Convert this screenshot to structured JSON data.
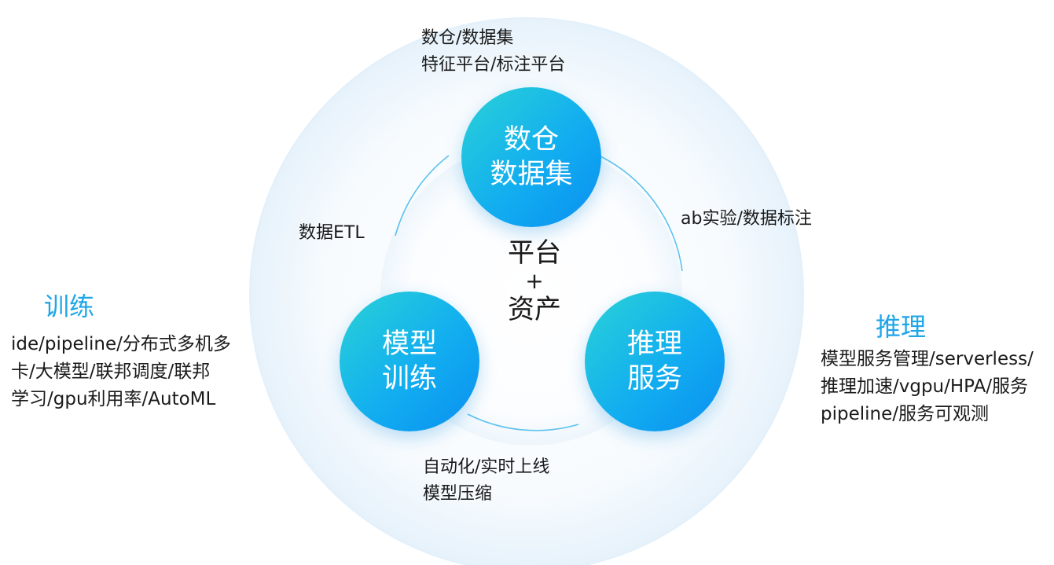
{
  "center": {
    "line1": "平台",
    "line2": "+",
    "line3": "资产"
  },
  "nodes": {
    "top": {
      "line1": "数仓",
      "line2": "数据集"
    },
    "left": {
      "line1": "模型",
      "line2": "训练"
    },
    "right": {
      "line1": "推理",
      "line2": "服务"
    }
  },
  "top_annotation": {
    "line1": "数仓/数据集",
    "line2": "特征平台/标注平台"
  },
  "edge_labels": {
    "left_top": "数据ETL",
    "right_top": "ab实验/数据标注",
    "bottom_line1": "自动化/实时上线",
    "bottom_line2": "模型压缩"
  },
  "left_panel": {
    "title": "训练",
    "line1": "ide/pipeline/分布式多机多",
    "line2": "卡/大模型/联邦调度/联邦",
    "line3": "学习/gpu利用率/AutoML"
  },
  "right_panel": {
    "title": "推理",
    "line1": "模型服务管理/serverless/",
    "line2": "推理加速/vgpu/HPA/服务",
    "line3": "pipeline/服务可观测"
  },
  "colors": {
    "accent": "#1ea6e8",
    "node_gradient_start": "#2ad2d6",
    "node_gradient_end": "#0a8ff0",
    "outer_ring": "#eaf5fc",
    "connector": "#5cc1ee"
  }
}
